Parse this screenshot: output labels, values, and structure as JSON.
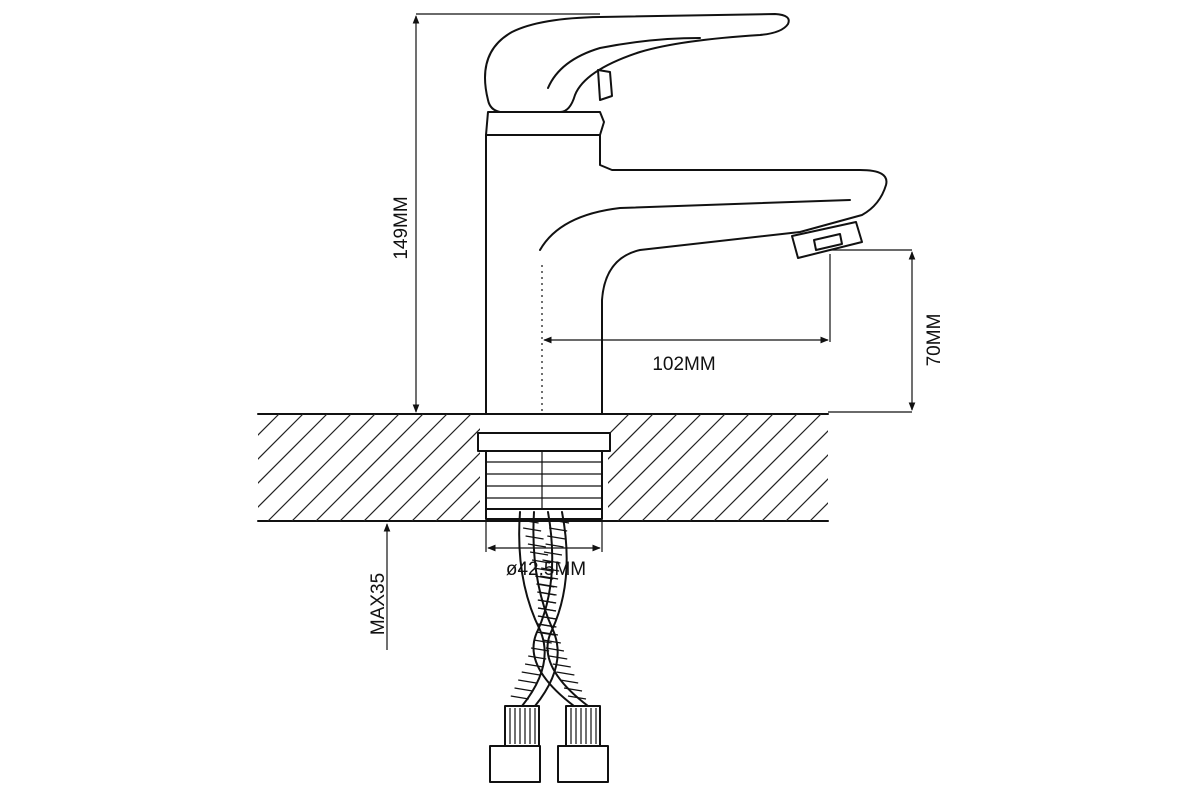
{
  "dimensions": {
    "total_height": "149MM",
    "spout_height": "70MM",
    "spout_reach": "102MM",
    "base_diameter": "ø42.5MM",
    "max_deck_thickness": "MAX35"
  }
}
